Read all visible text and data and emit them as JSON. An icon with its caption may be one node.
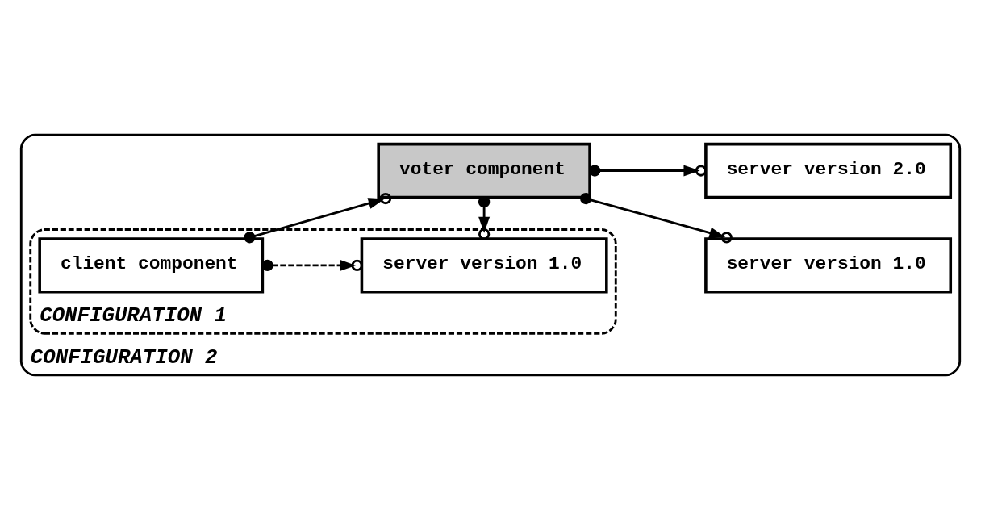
{
  "diagram": {
    "nodes": [
      {
        "text": [
          "CONFIGURATION 2"
        ]
      },
      {
        "text": [
          "CONFIGURATION 1"
        ],
        "in": 0
      },
      {
        "text": [
          "client component"
        ],
        "in": 1
      },
      {
        "text": [
          "server version 1.0"
        ],
        "in": 1
      },
      {
        "text": [
          "voter component"
        ],
        "in": 0
      },
      {
        "text": [
          "server version 1.0"
        ],
        "in": 0
      },
      {
        "text": [
          "server version 2.0"
        ],
        "in": 0
      }
    ],
    "edges": [
      {
        "from": 2,
        "to": 3,
        "arrow": "to",
        "style": "dashed"
      },
      {
        "from": 2,
        "to": 4,
        "arrow": "to"
      },
      {
        "from": 4,
        "to": 3,
        "arrow": "to"
      },
      {
        "from": 4,
        "to": 5,
        "arrow": "to"
      },
      {
        "from": 4,
        "to": 6,
        "arrow": "to"
      }
    ]
  }
}
